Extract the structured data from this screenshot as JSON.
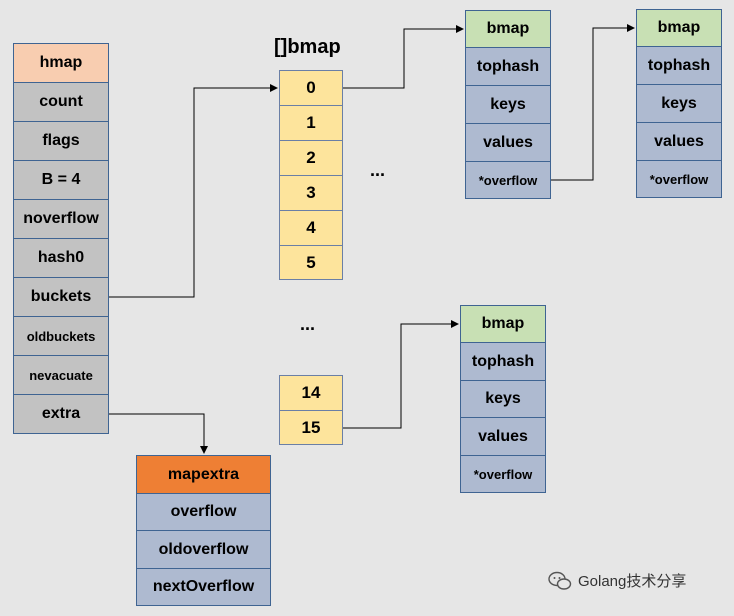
{
  "hmap": {
    "title": "hmap",
    "fields": [
      "count",
      "flags",
      "B = 4",
      "noverflow",
      "hash0",
      "buckets",
      "oldbuckets",
      "nevacuate",
      "extra"
    ]
  },
  "buckets_array": {
    "label": "[]bmap",
    "indices_top": [
      "0",
      "1",
      "2",
      "3",
      "4",
      "5"
    ],
    "ellipsis": "...",
    "indices_bottom": [
      "14",
      "15"
    ],
    "ellipsis_right": "..."
  },
  "bmap": {
    "title": "bmap",
    "fields": [
      "tophash",
      "keys",
      "values",
      "*overflow"
    ]
  },
  "mapextra": {
    "title": "mapextra",
    "fields": [
      "overflow",
      "oldoverflow",
      "nextOverflow"
    ]
  },
  "watermark": {
    "text": "Golang技术分享"
  },
  "colors": {
    "background": "#e6e6e6",
    "hmap_header": "#f8cdb0",
    "hmap_field": "#c2c2c2",
    "bucket_cell": "#fde49c",
    "bmap_header": "#c8e0b4",
    "bmap_field": "#aebad0",
    "mapextra_header": "#ee7f34"
  }
}
